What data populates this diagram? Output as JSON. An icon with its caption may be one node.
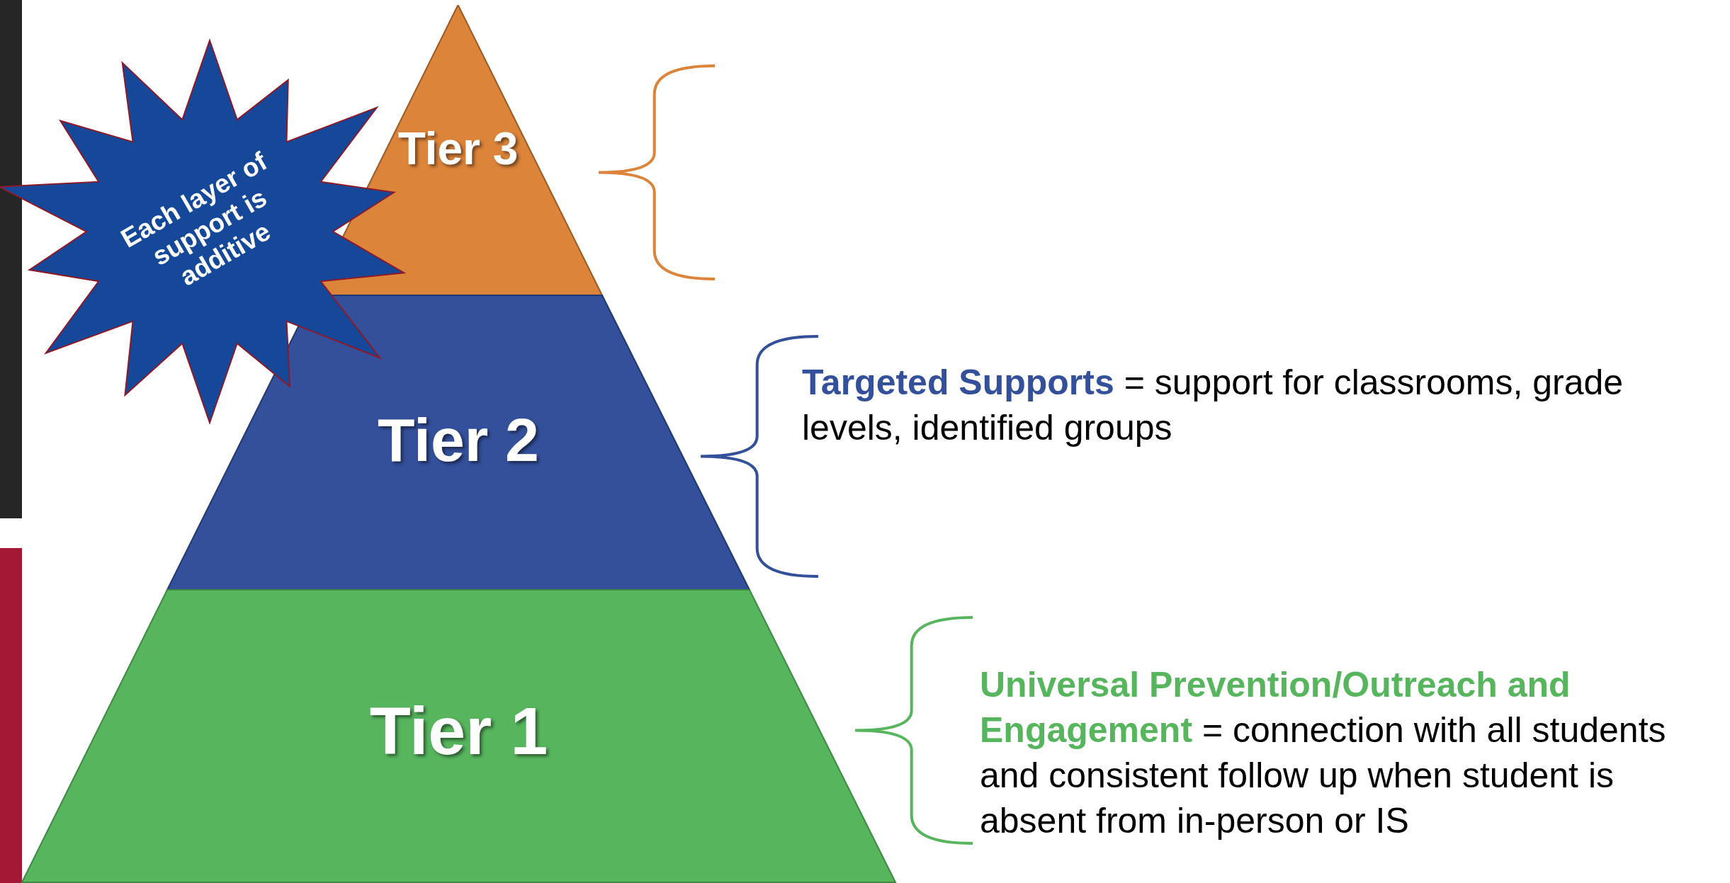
{
  "diagram": {
    "nodes": [
      {
        "text": [
          "Tier 3"
        ]
      },
      {
        "text": [
          "Each layer of support is additive"
        ]
      },
      {
        "text": [
          "Tier 2"
        ],
        "beside": [
          "**Targeted Supports** = support for classrooms, grade levels, identified groups"
        ]
      },
      {
        "text": [
          "Tier 1"
        ],
        "beside": [
          "**Universal Prevention/Outreach and Engagement** = connection with all students and consistent follow up when student is absent from in-person or IS"
        ]
      }
    ]
  }
}
